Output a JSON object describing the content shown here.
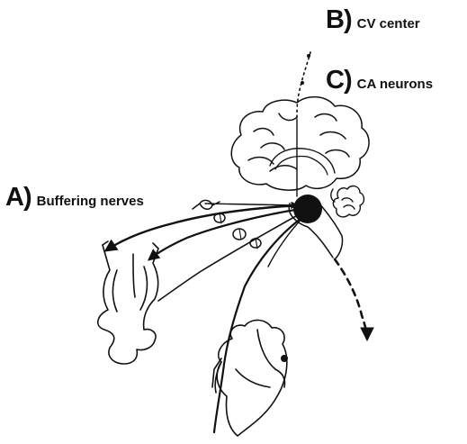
{
  "labels": {
    "a": {
      "letter": "A)",
      "text": "Buffering nerves"
    },
    "b": {
      "letter": "B)",
      "text": "CV center"
    },
    "c": {
      "letter": "C)",
      "text": "CA neurons"
    }
  },
  "colors": {
    "ink": "#111111",
    "background": "#ffffff"
  },
  "icons": {
    "brain": "brain-outline-icon",
    "aorta": "aorta-outline-icon",
    "heart": "heart-outline-icon",
    "nucleus": "filled-nucleus-icon"
  }
}
